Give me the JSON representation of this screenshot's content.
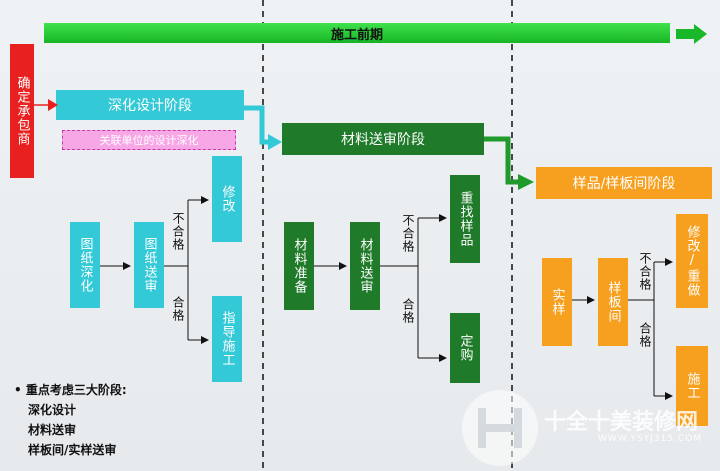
{
  "top_banner": {
    "title": "施工前期"
  },
  "left_bar": {
    "text": "确定承包商"
  },
  "stage1": {
    "title": "深化设计阶段",
    "subtitle": "关联单位的设计深化",
    "boxes": {
      "drawing_deepen": "图纸深化",
      "drawing_review": "图纸送审",
      "revise": "修改",
      "guide_construction": "指导施工"
    },
    "labels": {
      "fail": "不合格",
      "pass": "合格"
    }
  },
  "stage2": {
    "title": "材料送审阶段",
    "boxes": {
      "material_prep": "材料准备",
      "material_review": "材料送审",
      "find_samples": "重找样品",
      "finalize": "定购"
    },
    "labels": {
      "fail": "不合格",
      "pass": "合格"
    }
  },
  "stage3": {
    "title": "样品/样板间阶段",
    "boxes": {
      "sample": "实样",
      "sample_room": "样板间",
      "revise_redo": "修改/重做",
      "construction": "施工"
    },
    "labels": {
      "fail": "不合格",
      "pass": "合格"
    }
  },
  "notes": {
    "heading": "重点考虑三大阶段:",
    "items": [
      "深化设计",
      "材料送审",
      "样板间/实样送审"
    ]
  },
  "watermark": {
    "brand": "十全十美装修网",
    "url": "WWW.YSYJ315.COM"
  }
}
